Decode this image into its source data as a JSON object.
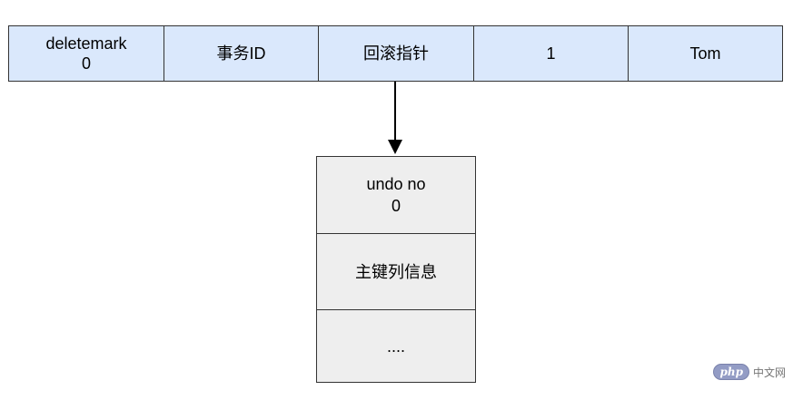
{
  "record_fields": [
    {
      "lines": [
        "deletemark",
        "0"
      ]
    },
    {
      "lines": [
        "事务ID"
      ]
    },
    {
      "lines": [
        "回滚指针"
      ]
    },
    {
      "lines": [
        "1"
      ]
    },
    {
      "lines": [
        "Tom"
      ]
    }
  ],
  "undo_log": [
    {
      "lines": [
        "undo no",
        "0"
      ]
    },
    {
      "lines": [
        "主键列信息"
      ]
    },
    {
      "lines": [
        "...."
      ]
    }
  ],
  "watermark": {
    "logo_text": "php",
    "site_text": "中文网"
  },
  "colors": {
    "record_fill": "#dae8fc",
    "undo_fill": "#eeeeee",
    "stroke": "#333333"
  }
}
